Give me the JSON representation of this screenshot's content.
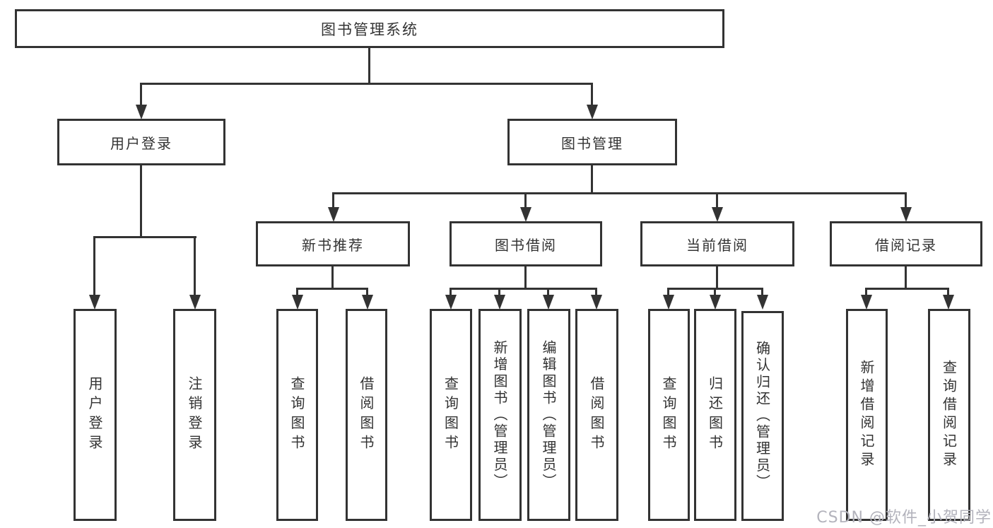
{
  "diagram": {
    "type": "tree",
    "title": "图书管理系统",
    "nodes": {
      "root": "图书管理系统",
      "user_login": "用户登录",
      "book_mgmt": "图书管理",
      "new_book_rec": "新书推荐",
      "book_borrow": "图书借阅",
      "current_borrow": "当前借阅",
      "borrow_records": "借阅记录",
      "ul_user_login": "用户登录",
      "ul_logout": "注销登录",
      "rec_query": "查询图书",
      "rec_borrow": "借阅图书",
      "bb_query": "查询图书",
      "bb_add": "新增图书（管理员）",
      "bb_edit": "编辑图书（管理员）",
      "bb_borrow": "借阅图书",
      "cb_query": "查询图书",
      "cb_return": "归还图书",
      "cb_confirm": "确认归还（管理员）",
      "br_add": "新增借阅记录",
      "br_query": "查询借阅记录"
    },
    "edges": [
      [
        "图书管理系统",
        "用户登录"
      ],
      [
        "图书管理系统",
        "图书管理"
      ],
      [
        "用户登录",
        "用户登录"
      ],
      [
        "用户登录",
        "注销登录"
      ],
      [
        "图书管理",
        "新书推荐"
      ],
      [
        "图书管理",
        "图书借阅"
      ],
      [
        "图书管理",
        "当前借阅"
      ],
      [
        "图书管理",
        "借阅记录"
      ],
      [
        "新书推荐",
        "查询图书"
      ],
      [
        "新书推荐",
        "借阅图书"
      ],
      [
        "图书借阅",
        "查询图书"
      ],
      [
        "图书借阅",
        "新增图书（管理员）"
      ],
      [
        "图书借阅",
        "编辑图书（管理员）"
      ],
      [
        "图书借阅",
        "借阅图书"
      ],
      [
        "当前借阅",
        "查询图书"
      ],
      [
        "当前借阅",
        "归还图书"
      ],
      [
        "当前借阅",
        "确认归还（管理员）"
      ],
      [
        "借阅记录",
        "新增借阅记录"
      ],
      [
        "借阅记录",
        "查询借阅记录"
      ]
    ],
    "watermark": "CSDN @软件_小贺同学",
    "colors": {
      "line": "#333333",
      "background": "#ffffff",
      "watermark_color": "#b3b3bc"
    }
  }
}
